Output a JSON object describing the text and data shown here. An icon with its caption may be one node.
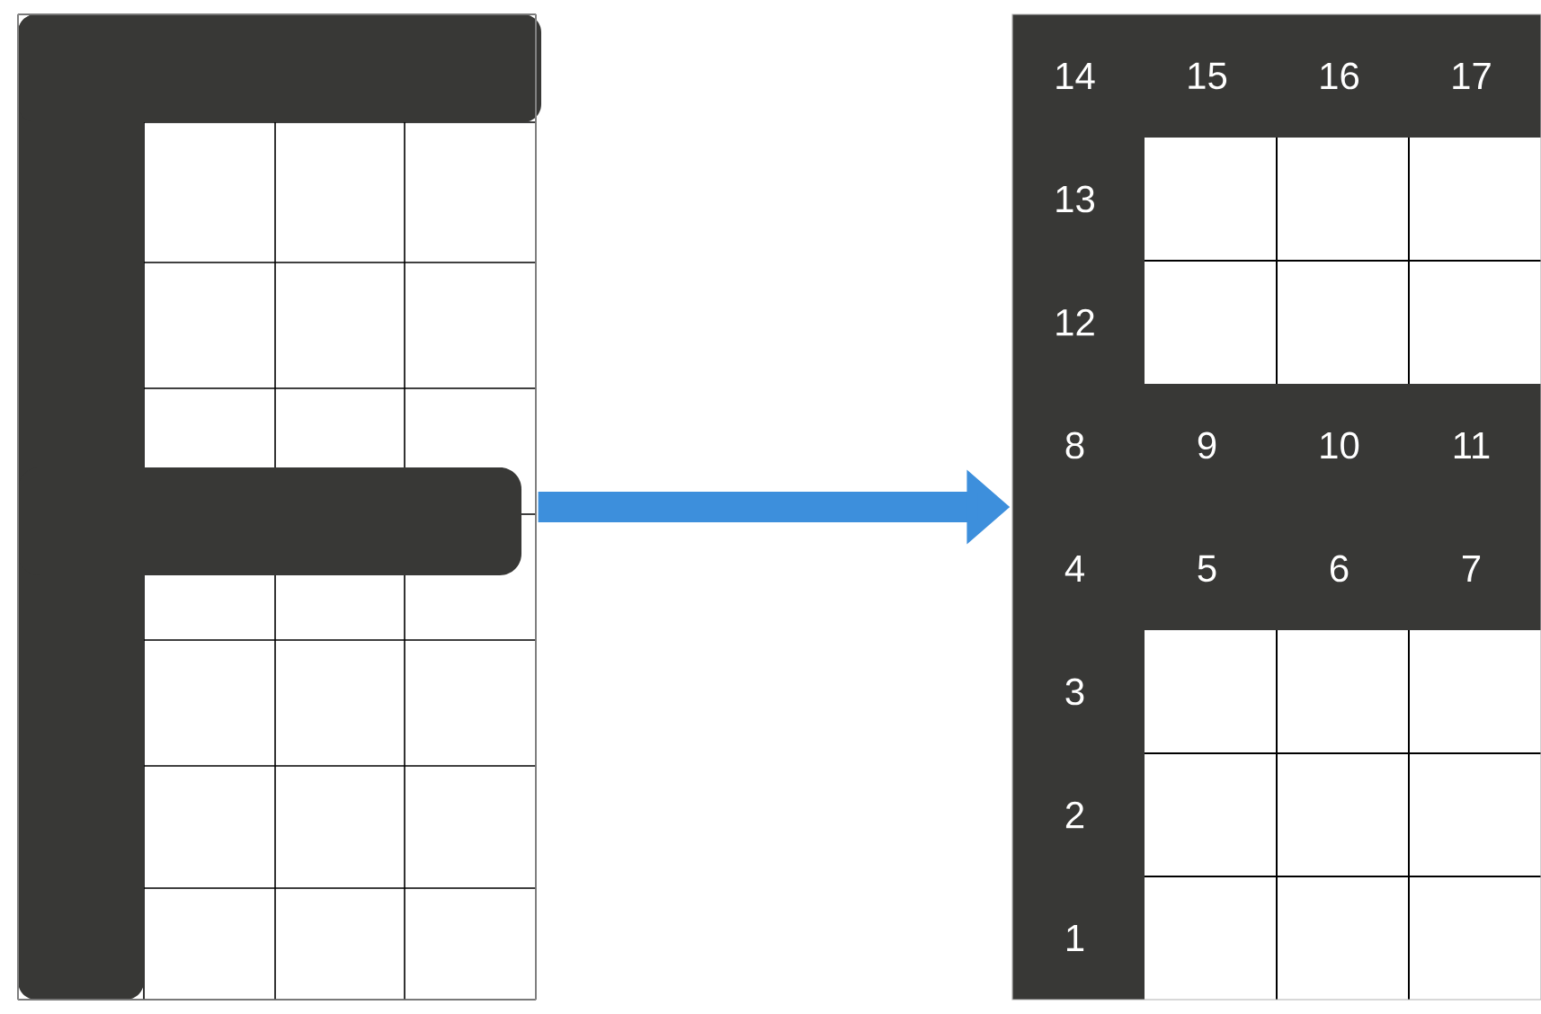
{
  "diagram": {
    "nodes": [
      {
        "text": [],
        "shape": "picture"
      },
      {
        "text": [],
        "shape": "picture"
      }
    ],
    "edges": [
      {
        "from": 0,
        "to": 1,
        "arrow": "to"
      }
    ],
    "labels": [
      "14",
      "15",
      "16",
      "17",
      "13",
      "12",
      "8",
      "9",
      "10",
      "11",
      "4",
      "5",
      "6",
      "7",
      "3",
      "2",
      "1"
    ]
  }
}
